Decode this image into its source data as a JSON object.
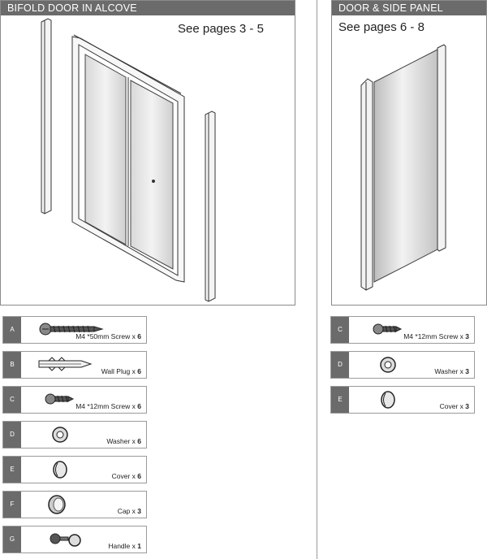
{
  "left_panel": {
    "title": "BIFOLD DOOR IN ALCOVE",
    "see_pages": "See pages 3 - 5"
  },
  "right_panel": {
    "title": "DOOR & SIDE PANEL",
    "see_pages": "See pages 6 - 8"
  },
  "left_parts": [
    {
      "letter": "A",
      "name": "M4 *50mm Screw x ",
      "qty": "6",
      "icon": "long-screw-icon"
    },
    {
      "letter": "B",
      "name": "Wall Plug x ",
      "qty": "6",
      "icon": "wall-plug-icon"
    },
    {
      "letter": "C",
      "name": "M4 *12mm Screw x ",
      "qty": "6",
      "icon": "short-screw-icon"
    },
    {
      "letter": "D",
      "name": "Washer x ",
      "qty": "6",
      "icon": "washer-icon"
    },
    {
      "letter": "E",
      "name": "Cover x ",
      "qty": "6",
      "icon": "cover-icon"
    },
    {
      "letter": "F",
      "name": "Cap x ",
      "qty": "3",
      "icon": "cap-icon"
    },
    {
      "letter": "G",
      "name": "Handle x ",
      "qty": "1",
      "icon": "handle-icon"
    }
  ],
  "right_parts": [
    {
      "letter": "C",
      "name": "M4 *12mm Screw x ",
      "qty": "3",
      "icon": "short-screw-icon"
    },
    {
      "letter": "D",
      "name": "Washer x ",
      "qty": "3",
      "icon": "washer-icon"
    },
    {
      "letter": "E",
      "name": "Cover x ",
      "qty": "3",
      "icon": "cover-icon"
    }
  ]
}
